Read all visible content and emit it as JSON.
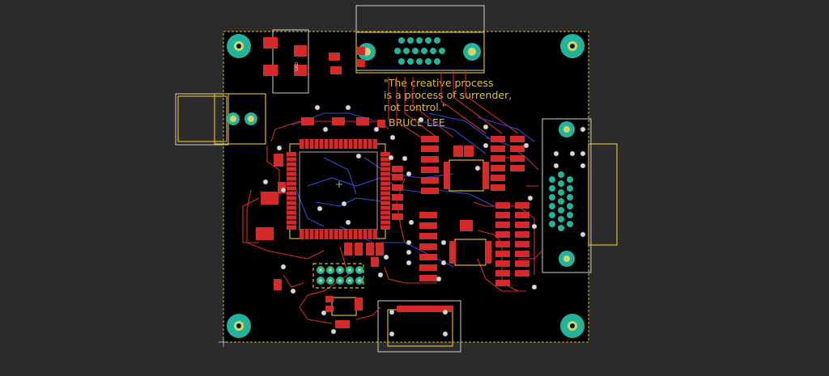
{
  "board": {
    "quote_lines": [
      "\"The creative process",
      " is a process of surrender,",
      " not control.\""
    ],
    "author": "BRUCE LEE",
    "jack_label": "GND"
  },
  "colors": {
    "background": "#2b2b2b",
    "board": "#000000",
    "copper_top": "#d42a2a",
    "copper_bottom": "#2a4ad8",
    "silkscreen": "#d6b82a",
    "via": "#d8d8d8",
    "pth_ring": "#22b49a",
    "courtyard": "#cfcfcf"
  }
}
